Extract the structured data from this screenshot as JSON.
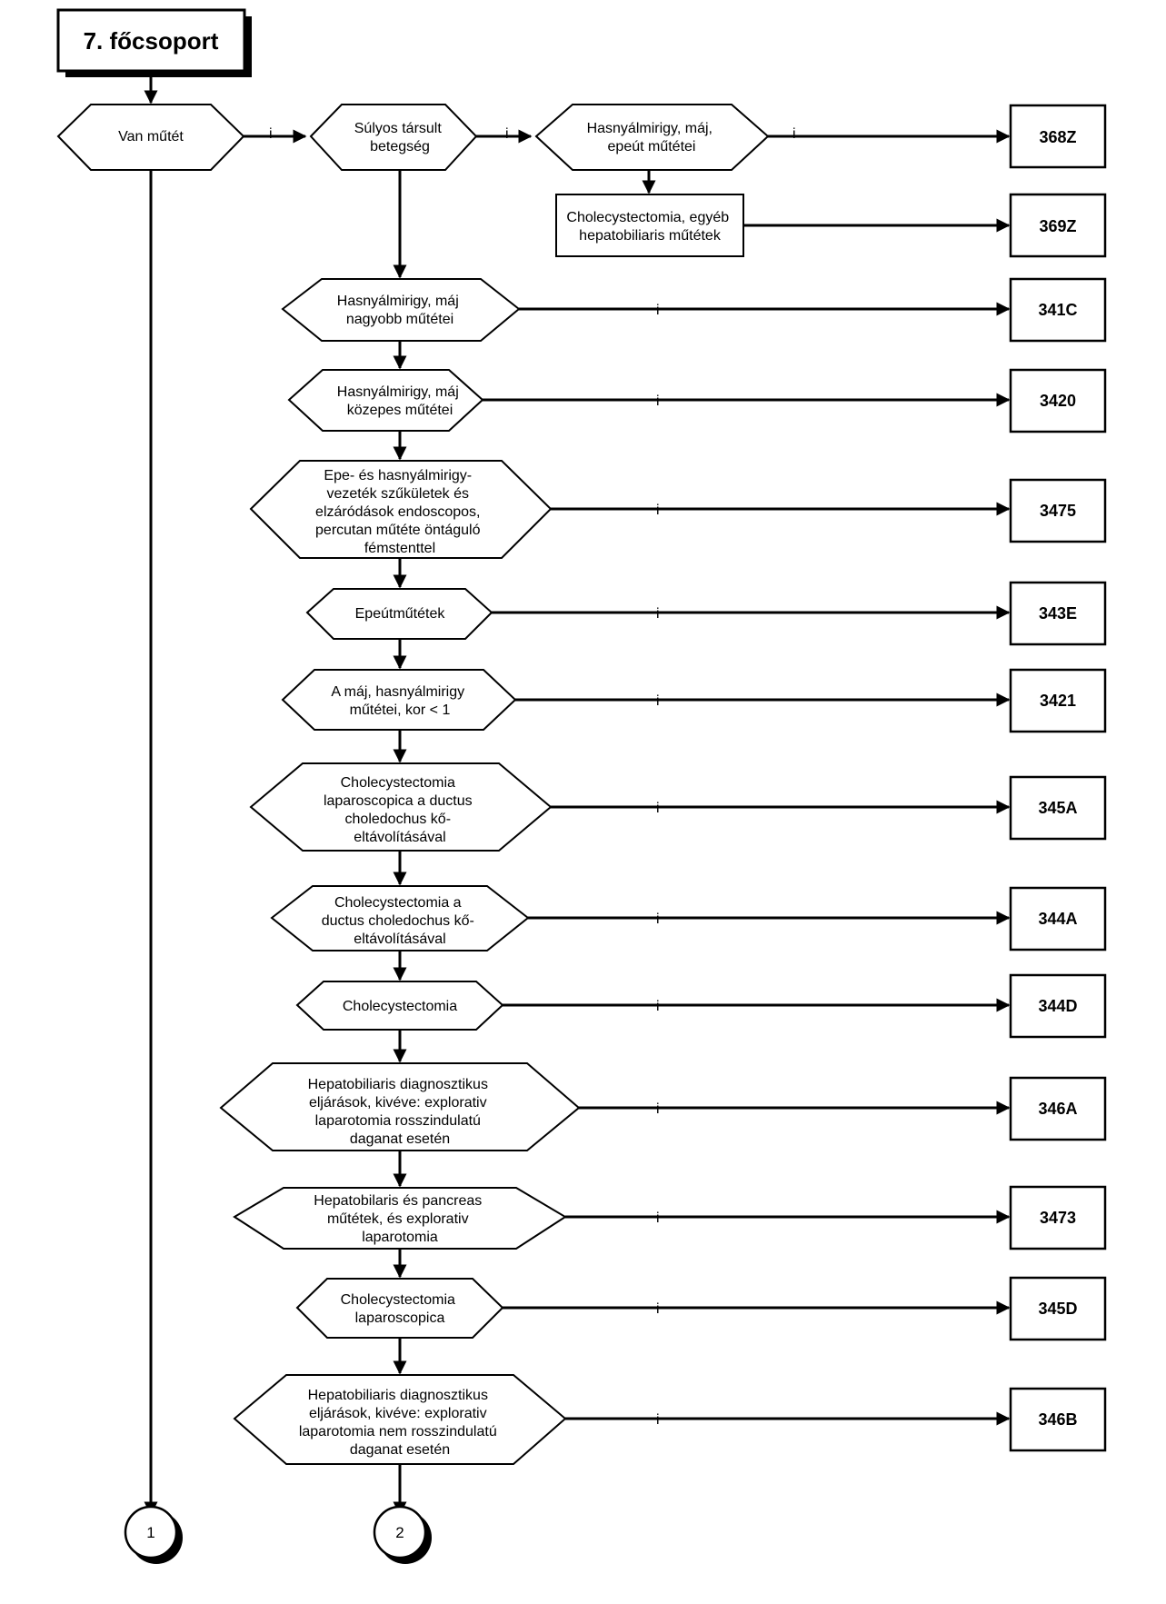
{
  "title": "7. főcsoport",
  "yes_label": "i",
  "nodes": {
    "van_mutet": [
      "Van műtét"
    ],
    "sulyos": [
      "Súlyos társult",
      "betegség"
    ],
    "hasny_epe": [
      "Hasnyálmirigy, máj,",
      "epeút műtétei"
    ],
    "chole_egyeb": [
      "Cholecystectomia, egyéb",
      "hepatobiliaris műtétek"
    ],
    "d341": [
      "Hasnyálmirigy, máj",
      "nagyobb  műtétei"
    ],
    "d3420": [
      "Hasnyálmirigy, máj",
      "közepes műtétei"
    ],
    "d3475": [
      "Epe- és hasnyálmirigy-",
      "vezeték szűkületek és",
      "elzáródások endoscopos,",
      "percutan műtéte öntáguló",
      "fémstenttel"
    ],
    "d343": [
      "Epeútműtétek"
    ],
    "d3421": [
      "A máj, hasnyálmirigy",
      "műtétei, kor < 1"
    ],
    "d345a": [
      "Cholecystectomia",
      "laparoscopica a ductus",
      "choledochus kő-",
      "eltávolításával"
    ],
    "d344a": [
      "Cholecystectomia a",
      "ductus choledochus kő-",
      "eltávolításával"
    ],
    "d344d": [
      "Cholecystectomia"
    ],
    "d346a": [
      "Hepatobiliaris diagnosztikus",
      "eljárások, kivéve: explorativ",
      "laparotomia rosszindulatú",
      "daganat esetén"
    ],
    "d3473": [
      "Hepatobilaris és  pancreas",
      "műtétek, és explorativ",
      "laparotomia"
    ],
    "d345d": [
      "Cholecystectomia",
      "laparoscopica"
    ],
    "d346b": [
      "Hepatobiliaris diagnosztikus",
      "eljárások, kivéve: explorativ",
      "laparotomia  nem rosszindulatú",
      "daganat esetén"
    ]
  },
  "codes": {
    "c368z": "368Z",
    "c369z": "369Z",
    "c341c": "341C",
    "c3420": "3420",
    "c3475": "3475",
    "c343e": "343E",
    "c3421": "3421",
    "c345a": "345A",
    "c344a": "344A",
    "c344d": "344D",
    "c346a": "346A",
    "c3473": "3473",
    "c345d": "345D",
    "c346b": "346B"
  },
  "connectors": {
    "conn1": "1",
    "conn2": "2"
  }
}
